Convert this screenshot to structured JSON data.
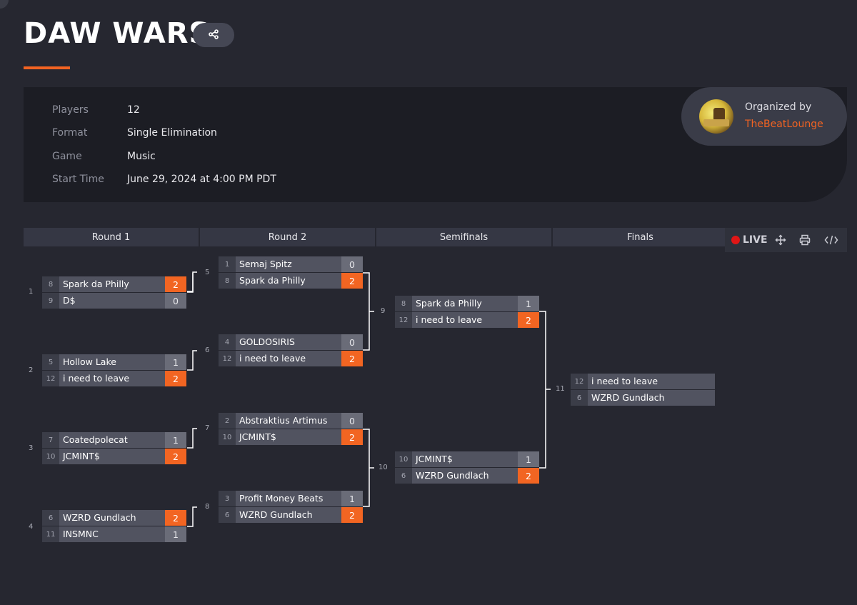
{
  "page": {
    "title": "DAW WARS"
  },
  "info": {
    "rows": [
      {
        "label": "Players",
        "value": "12"
      },
      {
        "label": "Format",
        "value": "Single Elimination"
      },
      {
        "label": "Game",
        "value": "Music"
      },
      {
        "label": "Start Time",
        "value": "June 29, 2024 at 4:00 PM PDT"
      }
    ]
  },
  "organizer": {
    "label": "Organized by",
    "name": "TheBeatLounge"
  },
  "rounds": [
    "Round 1",
    "Round 2",
    "Semifinals",
    "Finals"
  ],
  "toolbar": {
    "live_label": "LIVE",
    "icons": [
      "move-icon",
      "print-icon",
      "embed-code-icon"
    ]
  },
  "colors": {
    "accent": "#f26322",
    "live": "#e01616",
    "background": "#262730"
  },
  "matches": [
    {
      "number": "1",
      "round": 1,
      "p1": {
        "seed": "8",
        "name": "Spark da Philly",
        "score": "2",
        "win": true
      },
      "p2": {
        "seed": "9",
        "name": "D$",
        "score": "0",
        "win": false
      }
    },
    {
      "number": "2",
      "round": 1,
      "p1": {
        "seed": "5",
        "name": "Hollow Lake",
        "score": "1",
        "win": false
      },
      "p2": {
        "seed": "12",
        "name": "i need to leave",
        "score": "2",
        "win": true
      }
    },
    {
      "number": "3",
      "round": 1,
      "p1": {
        "seed": "7",
        "name": "Coatedpolecat",
        "score": "1",
        "win": false
      },
      "p2": {
        "seed": "10",
        "name": "JCMINT$",
        "score": "2",
        "win": true
      }
    },
    {
      "number": "4",
      "round": 1,
      "p1": {
        "seed": "6",
        "name": "WZRD Gundlach",
        "score": "2",
        "win": true
      },
      "p2": {
        "seed": "11",
        "name": "INSMNC",
        "score": "1",
        "win": false
      }
    },
    {
      "number": "5",
      "round": 2,
      "p1": {
        "seed": "1",
        "name": "Semaj Spitz",
        "score": "0",
        "win": false
      },
      "p2": {
        "seed": "8",
        "name": "Spark da Philly",
        "score": "2",
        "win": true
      }
    },
    {
      "number": "6",
      "round": 2,
      "p1": {
        "seed": "4",
        "name": "GOLDOSIRIS",
        "score": "0",
        "win": false
      },
      "p2": {
        "seed": "12",
        "name": "i need to leave",
        "score": "2",
        "win": true
      }
    },
    {
      "number": "7",
      "round": 2,
      "p1": {
        "seed": "2",
        "name": "Abstraktius Artimus",
        "score": "0",
        "win": false
      },
      "p2": {
        "seed": "10",
        "name": "JCMINT$",
        "score": "2",
        "win": true
      }
    },
    {
      "number": "8",
      "round": 2,
      "p1": {
        "seed": "3",
        "name": "Profit Money Beats",
        "score": "1",
        "win": false
      },
      "p2": {
        "seed": "6",
        "name": "WZRD Gundlach",
        "score": "2",
        "win": true
      }
    },
    {
      "number": "9",
      "round": 3,
      "p1": {
        "seed": "8",
        "name": "Spark da Philly",
        "score": "1",
        "win": false
      },
      "p2": {
        "seed": "12",
        "name": "i need to leave",
        "score": "2",
        "win": true
      }
    },
    {
      "number": "10",
      "round": 3,
      "p1": {
        "seed": "10",
        "name": "JCMINT$",
        "score": "1",
        "win": false
      },
      "p2": {
        "seed": "6",
        "name": "WZRD Gundlach",
        "score": "2",
        "win": true
      }
    },
    {
      "number": "11",
      "round": 4,
      "p1": {
        "seed": "12",
        "name": "i need to leave",
        "score": "",
        "win": false
      },
      "p2": {
        "seed": "6",
        "name": "WZRD Gundlach",
        "score": "",
        "win": false
      }
    }
  ]
}
